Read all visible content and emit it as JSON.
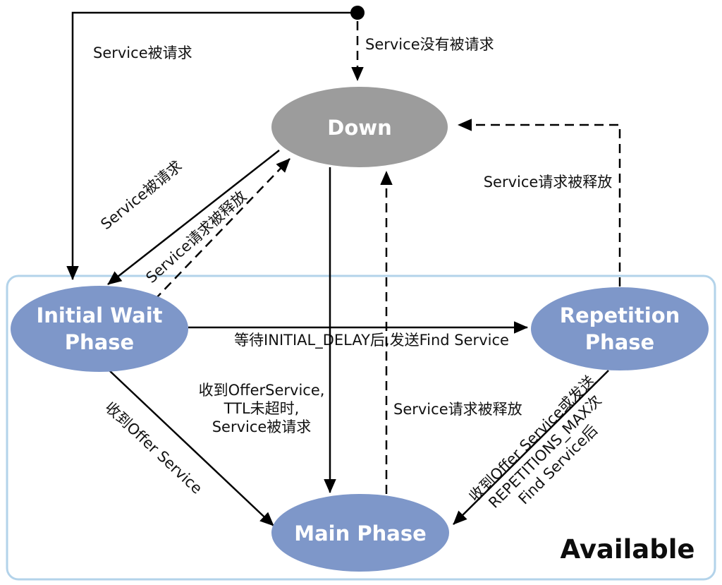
{
  "diagram": {
    "states": {
      "down": {
        "label": "Down"
      },
      "initial_wait": {
        "line1": "Initial Wait",
        "line2": "Phase"
      },
      "repetition": {
        "line1": "Repetition",
        "line2": "Phase"
      },
      "main": {
        "label": "Main Phase"
      }
    },
    "region": {
      "label": "Available"
    },
    "transitions": {
      "start_to_down": {
        "label": "Service没有被请求"
      },
      "start_to_initial_wait": {
        "label": "Service被请求"
      },
      "down_to_initial_wait": {
        "label": "Service被请求"
      },
      "initial_wait_to_down": {
        "label": "Service请求被释放"
      },
      "initial_wait_to_repetition": {
        "label": "等待INITIAL_DELAY后,发送Find Service"
      },
      "down_to_main": {
        "lines": [
          "收到OfferService,",
          "TTL未超时,",
          "Service被请求"
        ]
      },
      "main_to_down": {
        "label": "Service请求被释放"
      },
      "repetition_to_down": {
        "label": "Service请求被释放"
      },
      "initial_wait_to_main": {
        "label": "收到Offer Service"
      },
      "repetition_to_main": {
        "lines": [
          "收到Offer Service或发送",
          "REPETITIONS_MAX次",
          "Find Service后"
        ]
      }
    }
  },
  "colors": {
    "state_blue": "#7e97c9",
    "state_gray": "#9c9c9c",
    "edge_black": "#000000",
    "region_border": "#b3d3ea",
    "label_text": "#111111"
  }
}
